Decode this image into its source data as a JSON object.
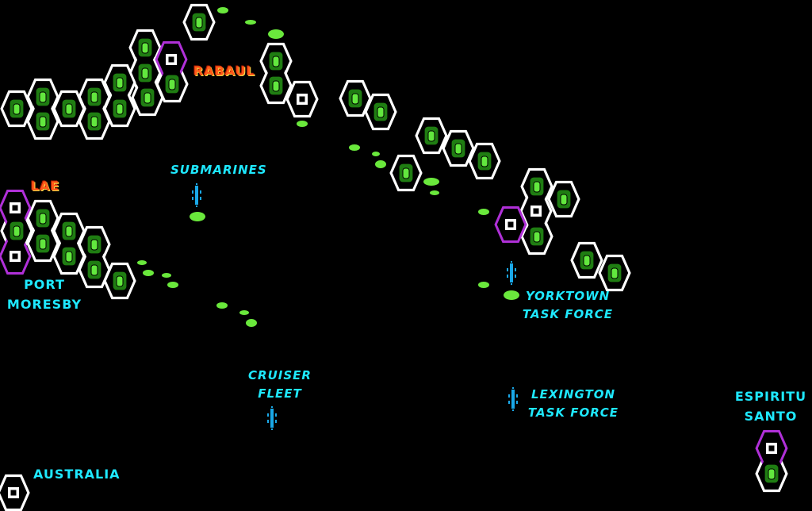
{
  "map": {
    "colors": {
      "background": "#000000",
      "hex_outline": "#ffffff",
      "base_outline": "#b030d8",
      "jungle": "#1f7d12",
      "reef": "#6ae83c",
      "fleet": "#1aa8e8",
      "base_label": "#ff5a1a",
      "place_label": "#1ee8ff"
    },
    "bases": {
      "rabaul": "RABAUL",
      "lae": "LAE"
    },
    "places": {
      "port_moresby_line1": "PORT",
      "port_moresby_line2": "MORESBY",
      "espiritu_santo_line1": "ESPIRITU",
      "espiritu_santo_line2": "SANTO",
      "australia": "AUSTRALIA"
    },
    "fleets": {
      "submarines": "SUBMARINES",
      "cruiser_line1": "CRUISER",
      "cruiser_line2": "FLEET",
      "yorktown_line1": "YORKTOWN",
      "yorktown_line2": "TASK FORCE",
      "lexington_line1": "LEXINGTON",
      "lexington_line2": "TASK FORCE"
    },
    "icons": {
      "jungle_tile": "jungle-tree-icon",
      "base_tile": "base-square-icon",
      "fleet_marker": "ship-icon",
      "reef_tile": "reef-icon"
    }
  }
}
